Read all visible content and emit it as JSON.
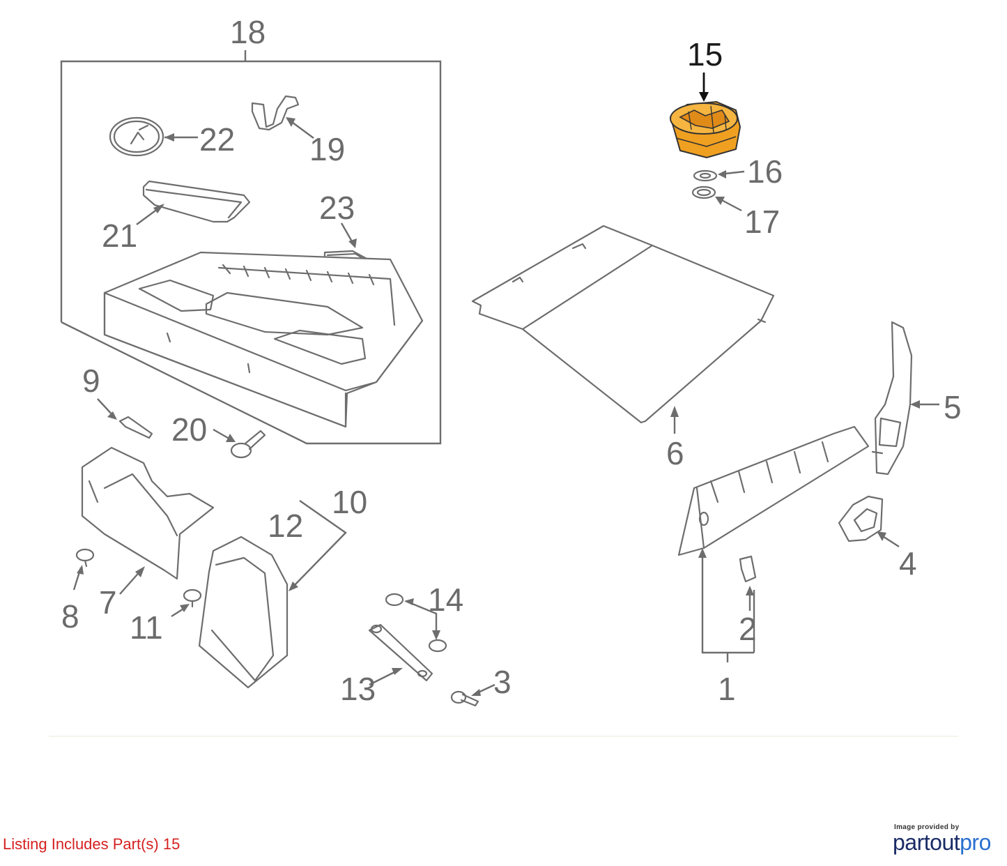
{
  "callouts": {
    "c1": "1",
    "c2": "2",
    "c3": "3",
    "c4": "4",
    "c5": "5",
    "c6": "6",
    "c7": "7",
    "c8": "8",
    "c9": "9",
    "c10": "10",
    "c11": "11",
    "c12": "12",
    "c13": "13",
    "c14": "14",
    "c15": "15",
    "c16": "16",
    "c17": "17",
    "c18": "18",
    "c19": "19",
    "c20": "20",
    "c21": "21",
    "c22": "22",
    "c23": "23"
  },
  "highlight": {
    "part": "15",
    "color": "#f0a020"
  },
  "footer": {
    "note": "Listing Includes Part(s) 15"
  },
  "credit": {
    "small": "Image provided by",
    "brand_a": "partout",
    "brand_b": "pro"
  }
}
